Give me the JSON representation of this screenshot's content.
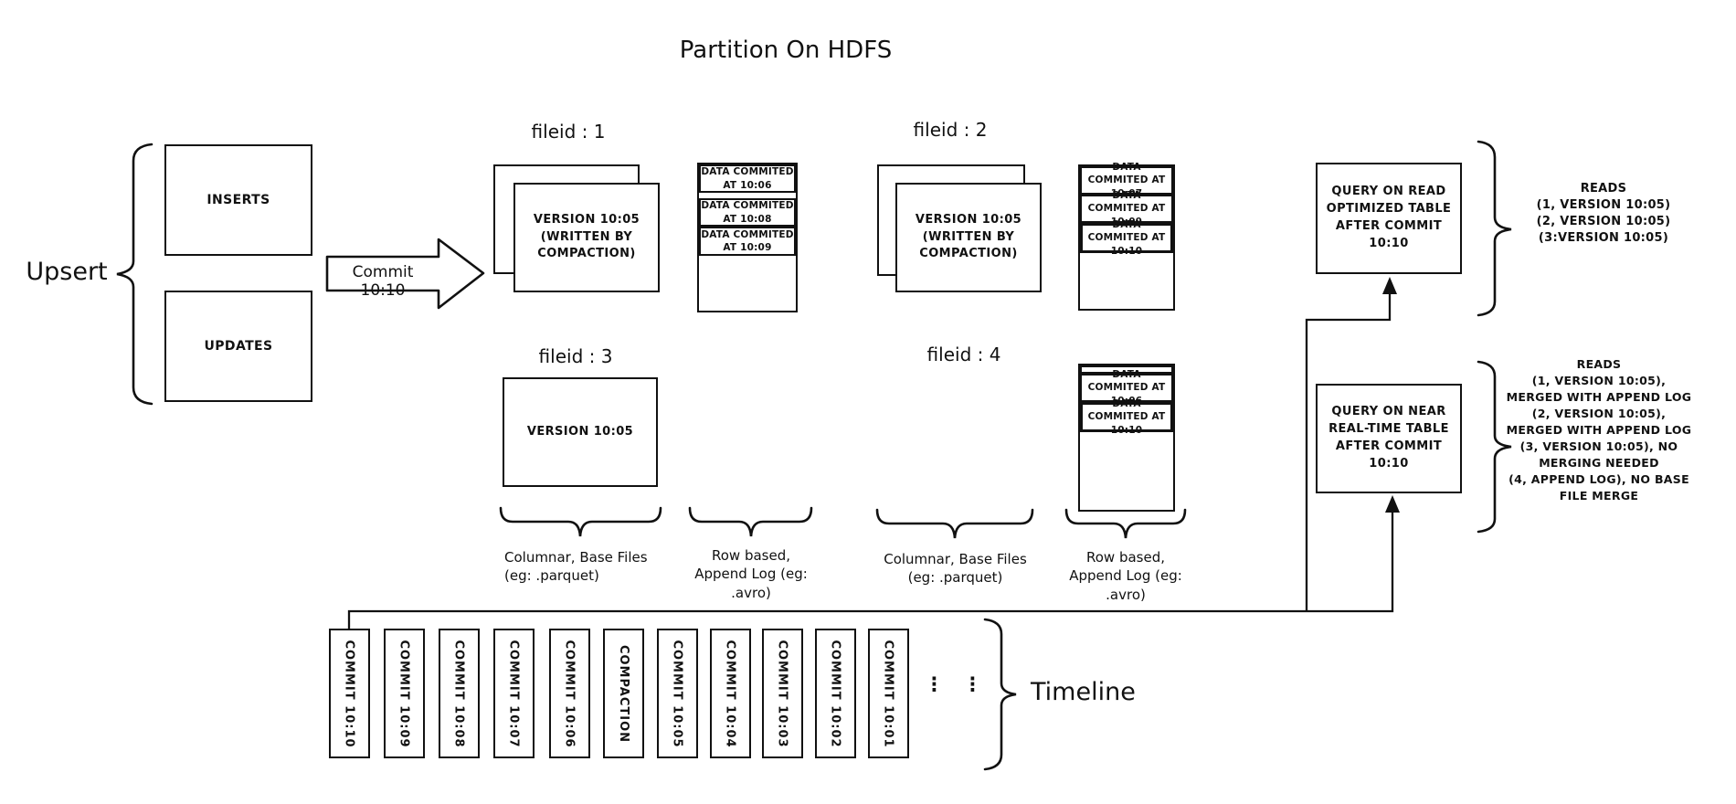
{
  "title": "Partition On HDFS",
  "colors": {
    "ink": "#111111",
    "background": "#ffffff"
  },
  "upsert": {
    "label": "Upsert",
    "inserts": "INSERTS",
    "updates": "UPDATES",
    "commit_arrow": "Commit 10:10"
  },
  "files": {
    "f1": {
      "label": "fileid : 1",
      "base": "VERSION 10:05 (WRITTEN BY COMPACTION)",
      "log": [
        "DATA COMMITED AT 10:06",
        "DATA COMMITED AT 10:08",
        "DATA COMMITED AT 10:09"
      ]
    },
    "f2": {
      "label": "fileid : 2",
      "base": "VERSION 10:05 (WRITTEN BY COMPACTION)",
      "log": [
        "DATA COMMITED AT 10:07",
        "DATA COMMITED AT 10:09",
        "DATA COMMITED AT 10:10"
      ]
    },
    "f3": {
      "label": "fileid : 3",
      "base": "VERSION 10:05"
    },
    "f4": {
      "label": "fileid : 4",
      "log": [
        "DATA COMMITED AT 10:06",
        "DATA COMMITED AT 10:10"
      ]
    }
  },
  "file_type_labels": {
    "columnar_1": [
      "Columnar, Base Files",
      "(eg: .parquet)"
    ],
    "row_1": [
      "Row based,",
      "Append Log  (eg:",
      ".avro)"
    ],
    "columnar_2": [
      "Columnar, Base Files",
      "(eg: .parquet)"
    ],
    "row_2": [
      "Row based,",
      "Append Log  (eg:",
      ".avro)"
    ]
  },
  "queries": {
    "read_optimized": {
      "box": "QUERY ON READ OPTIMIZED TABLE AFTER COMMIT 10:10",
      "reads": [
        "READS",
        "(1, VERSION 10:05)",
        "(2, VERSION 10:05)",
        "(3:VERSION 10:05)"
      ]
    },
    "near_real_time": {
      "box": "QUERY ON NEAR REAL-TIME TABLE AFTER COMMIT 10:10",
      "reads": [
        "READS",
        "(1, VERSION 10:05),",
        "MERGED WITH APPEND LOG",
        "(2, VERSION 10:05),",
        "MERGED WITH APPEND LOG",
        "(3, VERSION 10:05), NO",
        "MERGING NEEDED",
        "(4, APPEND LOG), NO BASE",
        "FILE MERGE"
      ]
    }
  },
  "timeline": {
    "label": "Timeline",
    "ellipsis_1": "⋮",
    "ellipsis_2": "⋮",
    "items": [
      "COMMIT 10:10",
      "COMMIT 10:09",
      "COMMIT 10:08",
      "COMMIT 10:07",
      "COMMIT 10:06",
      "COMPACTION",
      "COMMIT 10:05",
      "COMMIT 10:04",
      "COMMIT 10:03",
      "COMMIT 10:02",
      "COMMIT 10:01"
    ]
  }
}
